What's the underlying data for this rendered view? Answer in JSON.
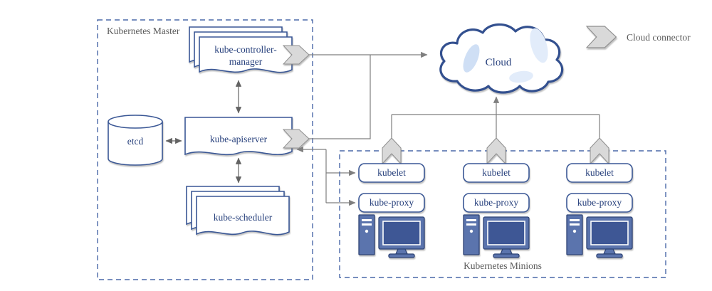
{
  "master": {
    "label": "Kubernetes Master",
    "controller_manager": {
      "line1": "kube-controller-",
      "line2": "manager"
    },
    "etcd": "etcd",
    "apiserver": "kube-apiserver",
    "scheduler": "kube-scheduler"
  },
  "cloud": {
    "label": "Cloud"
  },
  "legend": {
    "label": "Cloud connector"
  },
  "minions": {
    "label": "Kubernetes Minions",
    "nodes": [
      {
        "kubelet": "kubelet",
        "proxy": "kube-proxy"
      },
      {
        "kubelet": "kubelet",
        "proxy": "kube-proxy"
      },
      {
        "kubelet": "kubelet",
        "proxy": "kube-proxy"
      }
    ]
  },
  "colors": {
    "shape_outline": "#3a5795",
    "cloud_outline": "#33508f",
    "node_text": "#27407c",
    "container_label_text": "#5a5a5a",
    "dashed_border": "#4a68a8",
    "connector_fill": "#d9d9d9",
    "wire": "#7f7f7f",
    "computer_fill": "#5b74ad"
  }
}
